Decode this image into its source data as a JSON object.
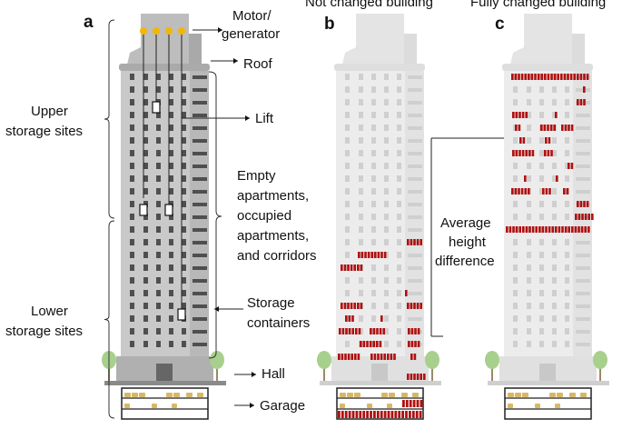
{
  "panels": {
    "a": "a",
    "b": "b",
    "c": "c"
  },
  "titles": {
    "b": "Not changed building",
    "c": "Fully changed building"
  },
  "labels": {
    "motor": "Motor/",
    "motor2": "generator",
    "roof": "Roof",
    "lift": "Lift",
    "upper1": "Upper",
    "upper2": "storage sites",
    "lower1": "Lower",
    "lower2": "storage sites",
    "empty1": "Empty",
    "empty2": "apartments,",
    "empty3": "occupied",
    "empty4": "apartments,",
    "empty5": "and corridors",
    "storage1": "Storage",
    "storage2": "containers",
    "hall": "Hall",
    "garage": "Garage",
    "avg1": "Average",
    "avg2": "height",
    "avg3": "difference"
  },
  "colors": {
    "container": "#b01010",
    "motor": "#f2b705",
    "tree": "#a8d08d"
  }
}
